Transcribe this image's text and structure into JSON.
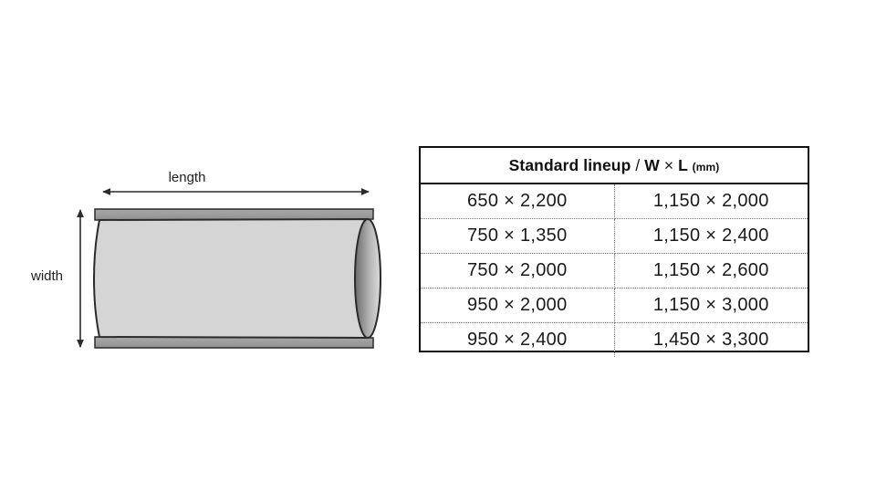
{
  "diagram": {
    "name": "rolled-sheet-cylinder",
    "length_label": "length",
    "width_label": "width",
    "body_color": "#d5d5d5",
    "edge_color": "#9a9a9a",
    "outline_color": "#222222",
    "end_cap_dark": "#6f6f6f",
    "end_cap_light": "#d8d8d8"
  },
  "table": {
    "header": {
      "title": "Standard lineup",
      "separator": "/",
      "spec": "W",
      "times": "×",
      "spec2": "L",
      "unit": "(mm)"
    },
    "times_symbol": "×",
    "rows": [
      {
        "left": "650 × 2,200",
        "right": "1,150 × 2,000"
      },
      {
        "left": "750 × 1,350",
        "right": "1,150 × 2,400"
      },
      {
        "left": "750 × 2,000",
        "right": "1,150 × 2,600"
      },
      {
        "left": "950 × 2,000",
        "right": "1,150 × 3,000"
      },
      {
        "left": "950 × 2,400",
        "right": "1,450 × 3,300"
      }
    ]
  }
}
